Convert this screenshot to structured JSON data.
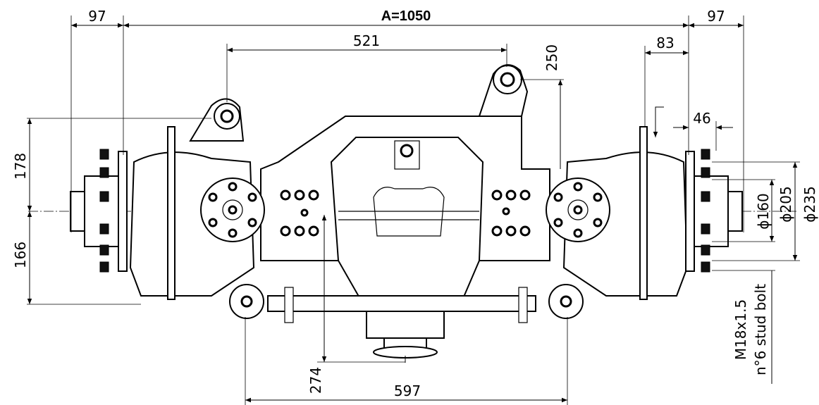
{
  "dimensions": {
    "track_a": "A=1050",
    "left_hub_offset": "97",
    "right_hub_offset": "97",
    "pivot_spacing": "521",
    "pivot_height": "250",
    "hub_offset_right": "83",
    "flange_width": "46",
    "upper_height": "178",
    "lower_height": "166",
    "pinion_drop": "274",
    "tie_rod_ball_spacing": "597",
    "diameter_160": "ϕ160",
    "diameter_205": "ϕ205",
    "diameter_235": "ϕ235"
  },
  "annotations": {
    "stud_bolt_line1": "M18x1.5",
    "stud_bolt_line2": "n°6 stud bolt"
  }
}
